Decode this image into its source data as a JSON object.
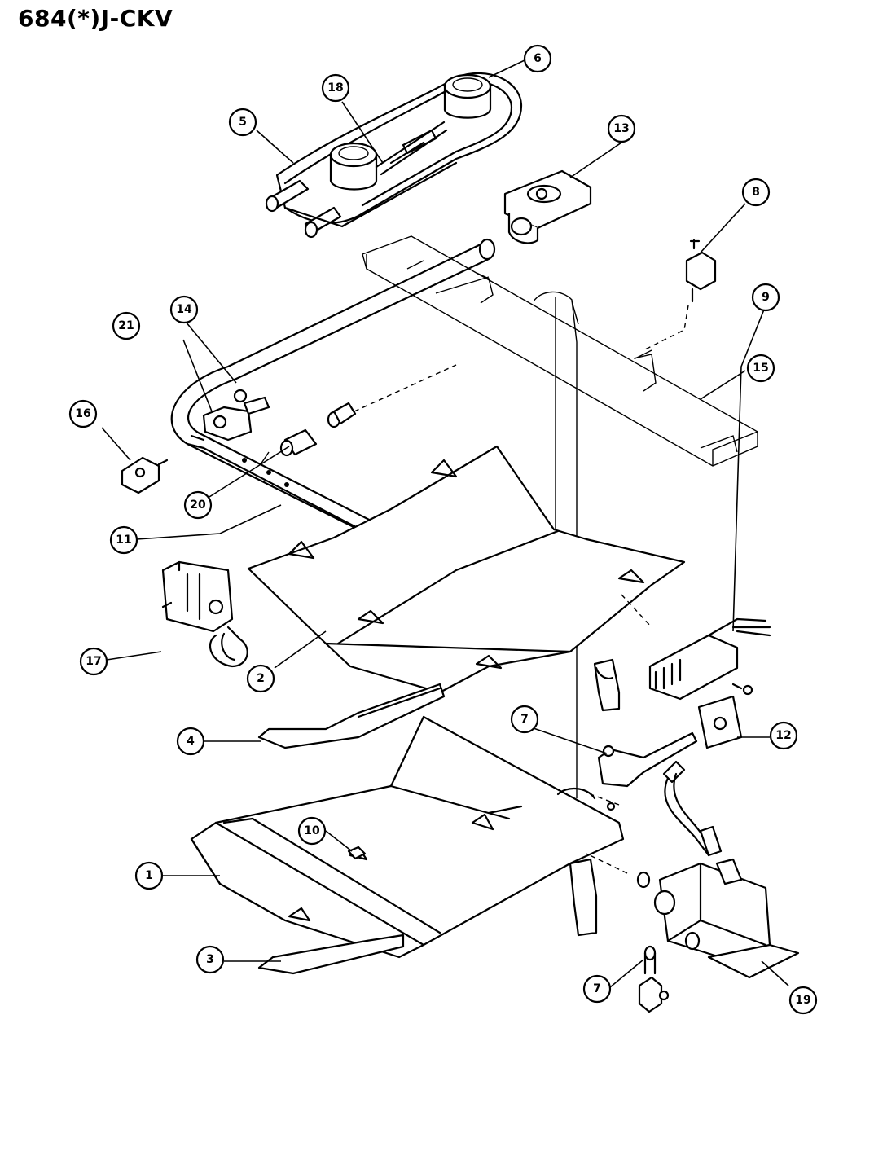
{
  "title": "684(*)J-CKV",
  "callouts": [
    {
      "part": "1"
    },
    {
      "part": "2"
    },
    {
      "part": "3"
    },
    {
      "part": "4"
    },
    {
      "part": "5"
    },
    {
      "part": "6"
    },
    {
      "part": "7"
    },
    {
      "part": "7"
    },
    {
      "part": "8"
    },
    {
      "part": "9"
    },
    {
      "part": "10"
    },
    {
      "part": "11"
    },
    {
      "part": "12"
    },
    {
      "part": "13"
    },
    {
      "part": "14"
    },
    {
      "part": "15"
    },
    {
      "part": "16"
    },
    {
      "part": "17"
    },
    {
      "part": "18"
    },
    {
      "part": "19"
    },
    {
      "part": "20"
    },
    {
      "part": "21"
    }
  ]
}
